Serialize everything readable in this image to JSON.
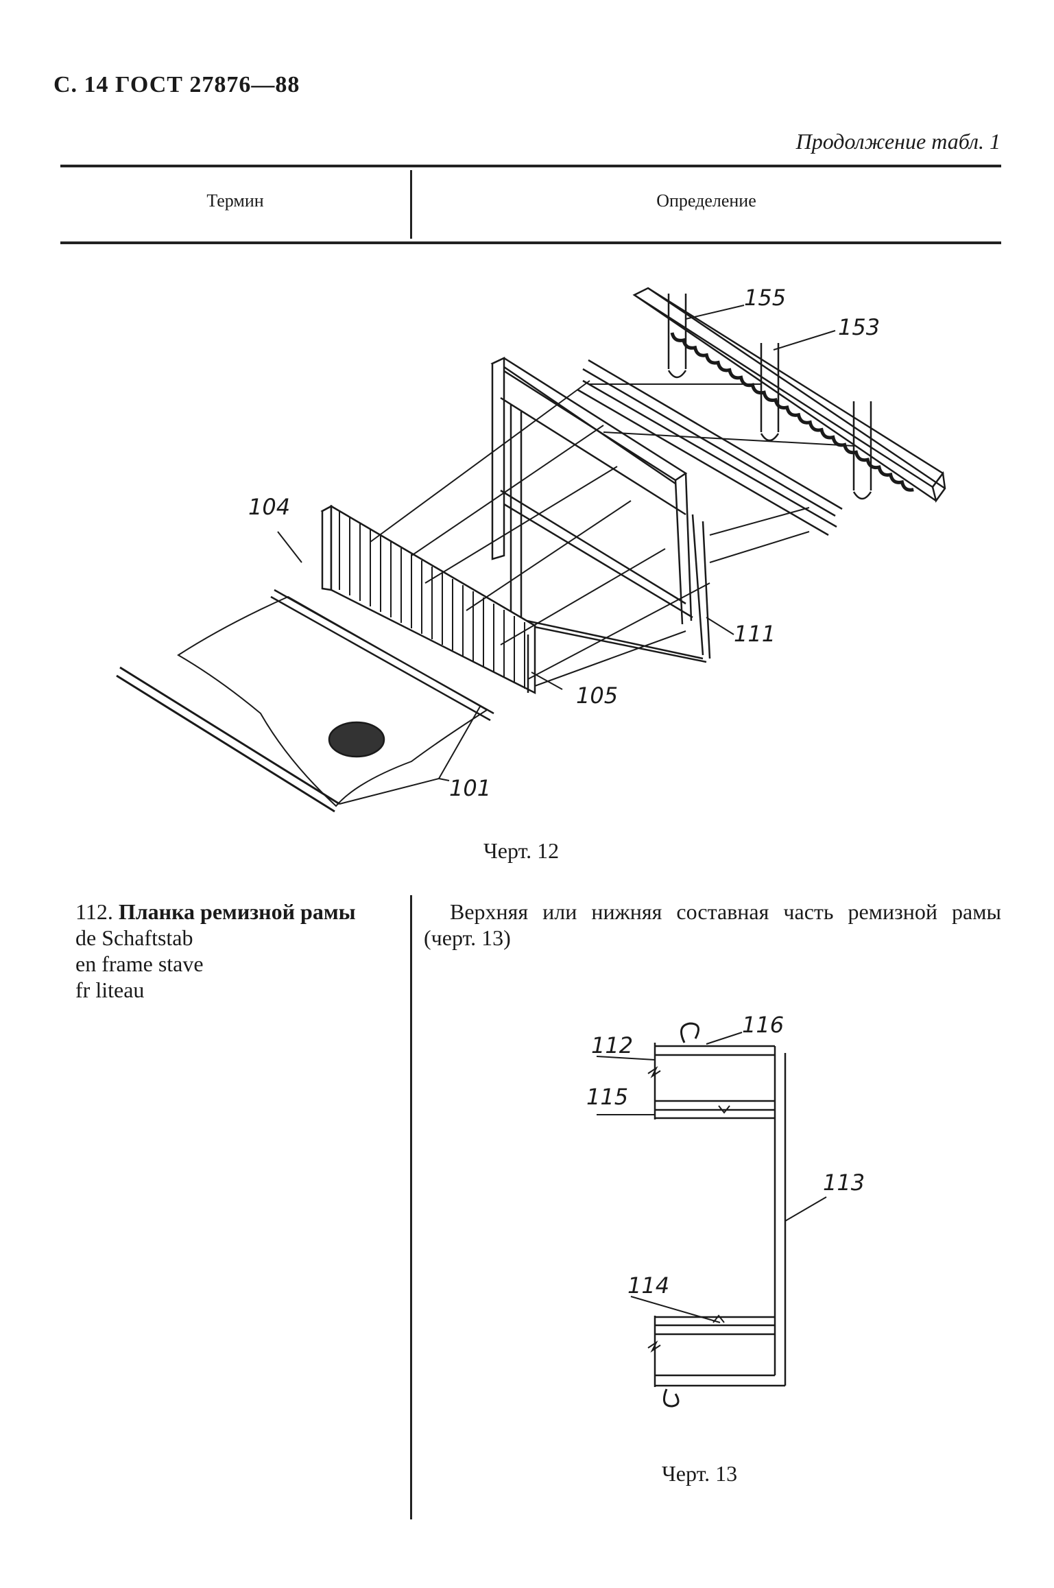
{
  "page": {
    "header": "С. 14 ГОСТ 27876—88",
    "continuation": "Продолжение табл. 1"
  },
  "table": {
    "col_term": "Термин",
    "col_definition": "Определение"
  },
  "figure12": {
    "caption": "Черт. 12",
    "callouts": [
      "155",
      "153",
      "104",
      "111",
      "105",
      "101"
    ]
  },
  "entry": {
    "number": "112.",
    "term_ru": "Планка ремизной рамы",
    "term_de": "de Schaftstab",
    "term_en": "en frame stave",
    "term_fr": "fr liteau",
    "definition": "Верхняя или нижняя составная часть ремизной рамы (черт. 13)"
  },
  "figure13": {
    "caption": "Черт. 13",
    "callouts": [
      "116",
      "112",
      "115",
      "113",
      "114"
    ]
  }
}
